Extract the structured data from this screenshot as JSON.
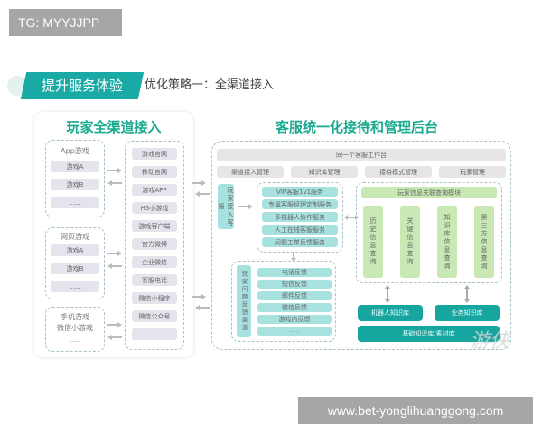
{
  "watermarks": {
    "top": "TG: MYYJJPP",
    "bottom": "www.bet-yonglihuanggong.com"
  },
  "header": {
    "badge": "提升服务体验",
    "subtitle": "优化策略一：全渠道接入"
  },
  "left_panel": {
    "title": "玩家全渠道接入",
    "groups": [
      {
        "label": "App游戏",
        "items": [
          "游戏A",
          "游戏B",
          "……"
        ]
      },
      {
        "label": "网页游戏",
        "items": [
          "游戏A",
          "游戏B",
          "……"
        ]
      },
      {
        "label": "手机游戏\n微信小游戏",
        "items": [
          "……"
        ]
      }
    ],
    "channels": [
      "游戏官网",
      "移动官网",
      "游戏APP",
      "H5小游戏",
      "游戏客户端",
      "官方微博",
      "企业微信",
      "客服电话",
      "微信小程序",
      "微信公众号",
      "……"
    ]
  },
  "right_panel": {
    "title": "客服统一化接待和管理后台",
    "workbench": "同一个客服工作台",
    "management": [
      "渠道接入管理",
      "知识库管理",
      "接待模式管理",
      "玩家管理"
    ],
    "entry_label": "玩家接入客服",
    "services": [
      "VIP客服1v1服务",
      "专属客服经理定制服务",
      "多机器人协作服务",
      "人工在线客服服务",
      "问题工单反馈服务"
    ],
    "feedback_label": "玩家问题反馈渠道",
    "feedback": [
      "电话反馈",
      "短信反馈",
      "邮件反馈",
      "微信反馈",
      "游戏内反馈",
      "……"
    ],
    "query_module": {
      "title": "玩家信息关联查询模块",
      "items": [
        "历史信息查询",
        "关键信息查询",
        "知识库信息查询",
        "第三方信息查询"
      ]
    },
    "kb": {
      "robot": "机器人知识库",
      "business": "业务知识库",
      "base": "基础知识库/素材库"
    }
  },
  "colors": {
    "accent_teal": "#1aaaa5",
    "title_green": "#19a98e",
    "service_teal": "#a8e2e0",
    "query_green": "#c8e8b4",
    "channel_gray": "#e3e4ec"
  }
}
